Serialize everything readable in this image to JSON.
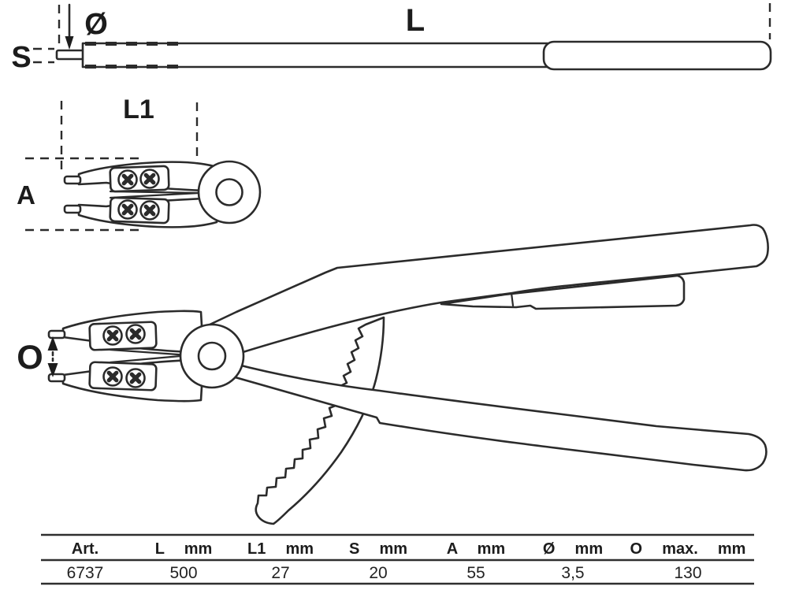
{
  "drawing": {
    "labels": {
      "diameter": "Ø",
      "s": "S",
      "l": "L",
      "l1": "L1",
      "a": "A",
      "o": "O"
    },
    "colors": {
      "ink": "#2b2b2b",
      "label_ink": "#1c1c1c",
      "background": "#ffffff"
    }
  },
  "table": {
    "headers": [
      "Art.",
      "L  mm",
      "L1  mm",
      "S  mm",
      "A  mm",
      "Ø  mm",
      "O  max.  mm"
    ],
    "values": [
      "6737",
      "500",
      "27",
      "20",
      "55",
      "3,5",
      "130"
    ]
  }
}
